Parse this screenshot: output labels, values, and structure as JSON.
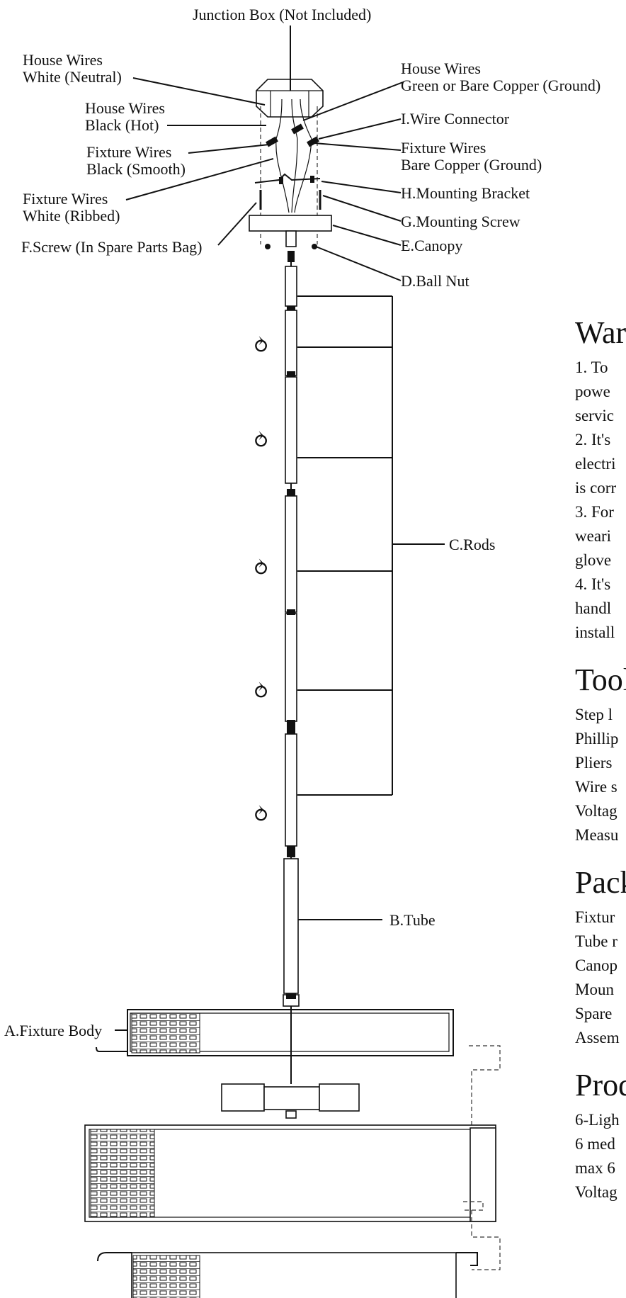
{
  "diagram": {
    "labels": {
      "junction_box": "Junction Box (Not Included)",
      "house_neutral_1": "House Wires",
      "house_neutral_2": "White (Neutral)",
      "house_ground_1": "House Wires",
      "house_ground_2": "Green or Bare Copper (Ground)",
      "house_hot_1": "House Wires",
      "house_hot_2": "Black (Hot)",
      "wire_connector": "I.Wire Connector",
      "fixture_black_1": "Fixture Wires",
      "fixture_black_2": "Black (Smooth)",
      "fixture_ground_1": "Fixture Wires",
      "fixture_ground_2": "Bare Copper (Ground)",
      "fixture_white_1": "Fixture Wires",
      "fixture_white_2": "White (Ribbed)",
      "mounting_bracket": "H.Mounting Bracket",
      "mounting_screw": "G.Mounting Screw",
      "screw": "F.Screw (In Spare Parts Bag)",
      "canopy": "E.Canopy",
      "ball_nut": "D.Ball Nut",
      "rods": "C.Rods",
      "tube": "B.Tube",
      "fixture_body": "A.Fixture Body"
    }
  },
  "sidebar": {
    "warning": {
      "title": "War",
      "lines": [
        "1. To",
        "powe",
        "servic",
        "2. It's",
        "electri",
        "is corr",
        "3. For",
        "weari",
        "glove",
        "4. It's",
        "handl",
        "install"
      ]
    },
    "tools": {
      "title": "Tool",
      "lines": [
        "Step l",
        "Phillip",
        "Pliers",
        "Wire s",
        "Voltag",
        "Measu"
      ]
    },
    "package": {
      "title": "Pack",
      "lines": [
        "Fixtur",
        "Tube r",
        "Canop",
        "Moun",
        "Spare",
        "Assem"
      ]
    },
    "product": {
      "title": "Prod",
      "lines": [
        "6-Ligh",
        "6 med",
        "max 6",
        "Voltag"
      ]
    }
  }
}
